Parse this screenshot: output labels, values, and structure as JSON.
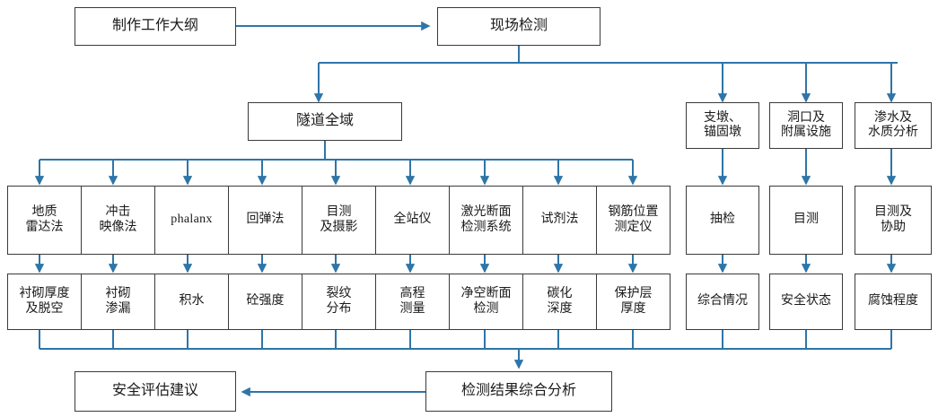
{
  "diagram": {
    "title_nodes": {
      "outline": "制作工作大纲",
      "site_inspection": "现场检测",
      "tunnel_whole": "隧道全域"
    },
    "right_targets": [
      {
        "label": "支墩、\n锚固墩"
      },
      {
        "label": "洞口及\n附属设施"
      },
      {
        "label": "渗水及\n水质分析"
      }
    ],
    "methods": [
      {
        "label": "地质\n雷达法",
        "latin": false
      },
      {
        "label": "冲击\n映像法",
        "latin": false
      },
      {
        "label": "phalanx",
        "latin": true
      },
      {
        "label": "回弹法",
        "latin": false
      },
      {
        "label": "目测\n及摄影",
        "latin": false
      },
      {
        "label": "全站仪",
        "latin": false
      },
      {
        "label": "激光断面\n检测系统",
        "latin": false
      },
      {
        "label": "试剂法",
        "latin": false
      },
      {
        "label": "钢筋位置\n测定仪",
        "latin": false
      }
    ],
    "right_methods": [
      {
        "label": "抽检"
      },
      {
        "label": "目测"
      },
      {
        "label": "目测及\n协助"
      }
    ],
    "results": [
      {
        "label": "衬砌厚度\n及脱空"
      },
      {
        "label": "衬砌\n渗漏"
      },
      {
        "label": "积水"
      },
      {
        "label": "砼强度"
      },
      {
        "label": "裂纹\n分布"
      },
      {
        "label": "高程\n测量"
      },
      {
        "label": "净空断面\n检测"
      },
      {
        "label": "碳化\n深度"
      },
      {
        "label": "保护层\n厚度"
      }
    ],
    "right_results": [
      {
        "label": "综合情况"
      },
      {
        "label": "安全状态"
      },
      {
        "label": "腐蚀程度"
      }
    ],
    "bottom_nodes": {
      "comprehensive_analysis": "检测结果综合分析",
      "safety_recommendation": "安全评估建议"
    },
    "colors": {
      "connector": "#2e75a8",
      "box_border": "#3a3a3a",
      "background": "#ffffff",
      "text": "#1a1a1a"
    }
  }
}
